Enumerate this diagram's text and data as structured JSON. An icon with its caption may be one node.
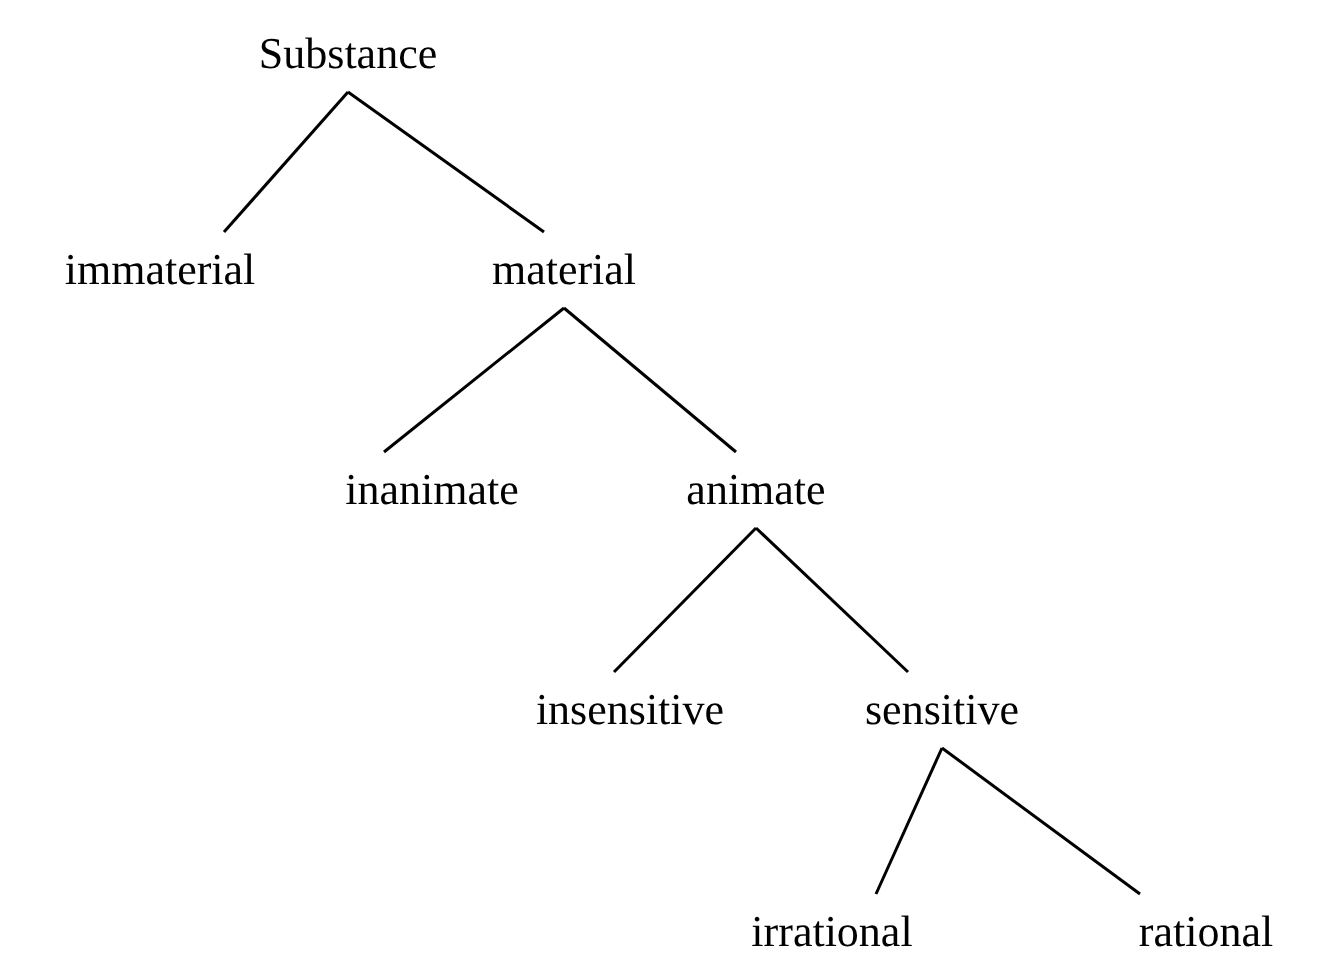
{
  "diagram": {
    "nodes": [
      {
        "text": [
          "Substance"
        ]
      },
      {
        "text": [
          "immaterial"
        ]
      },
      {
        "text": [
          "material"
        ]
      },
      {
        "text": [
          "inanimate"
        ]
      },
      {
        "text": [
          "animate"
        ]
      },
      {
        "text": [
          "insensitive"
        ]
      },
      {
        "text": [
          "sensitive"
        ]
      },
      {
        "text": [
          "irrational"
        ]
      },
      {
        "text": [
          "rational"
        ]
      }
    ],
    "edges": [
      {
        "from": 0,
        "to": 1,
        "arrow": "none"
      },
      {
        "from": 0,
        "to": 2,
        "arrow": "none"
      },
      {
        "from": 2,
        "to": 3,
        "arrow": "none"
      },
      {
        "from": 2,
        "to": 4,
        "arrow": "none"
      },
      {
        "from": 4,
        "to": 5,
        "arrow": "none"
      },
      {
        "from": 4,
        "to": 6,
        "arrow": "none"
      },
      {
        "from": 6,
        "to": 7,
        "arrow": "none"
      },
      {
        "from": 6,
        "to": 8,
        "arrow": "none"
      }
    ]
  }
}
